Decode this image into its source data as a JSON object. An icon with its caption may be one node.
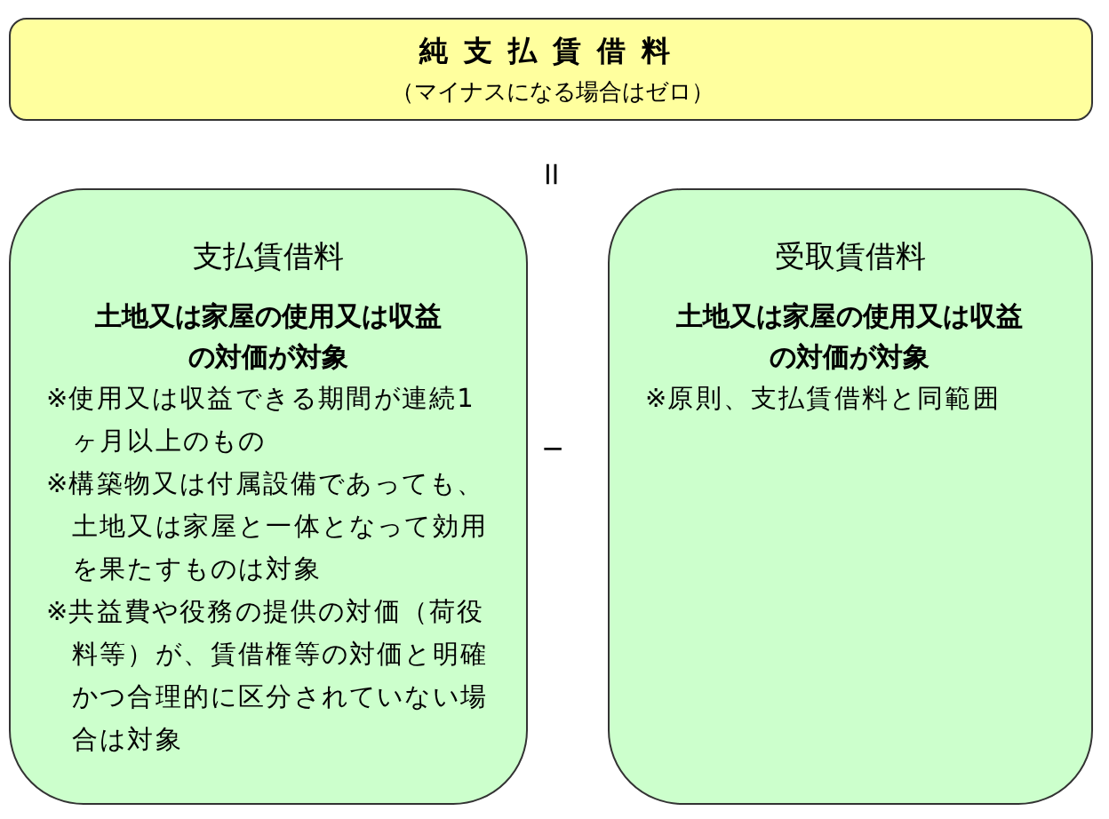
{
  "diagram": {
    "nodes": [
      {
        "text": [
          "純支払賃借料",
          "（マイナスになる場合はゼロ）"
        ]
      },
      {
        "text": [
          "支払賃借料",
          "土地又は家屋の使用又は収益の対価が対象",
          "※使用又は収益できる期間が連続1ヶ月以上のもの",
          "※構築物又は付属設備であっても、土地又は家屋と一体となって効用を果たすものは対象",
          "※共益費や役務の提供の対価（荷役料等）が、賃借権等の対価と明確かつ合理的に区分されていない場合は対象"
        ]
      },
      {
        "text": [
          "受取賃借料",
          "土地又は家屋の使用又は収益の対価が対象",
          "※原則、支払賃借料と同範囲"
        ]
      }
    ],
    "labels": [
      "＝",
      "－"
    ]
  }
}
